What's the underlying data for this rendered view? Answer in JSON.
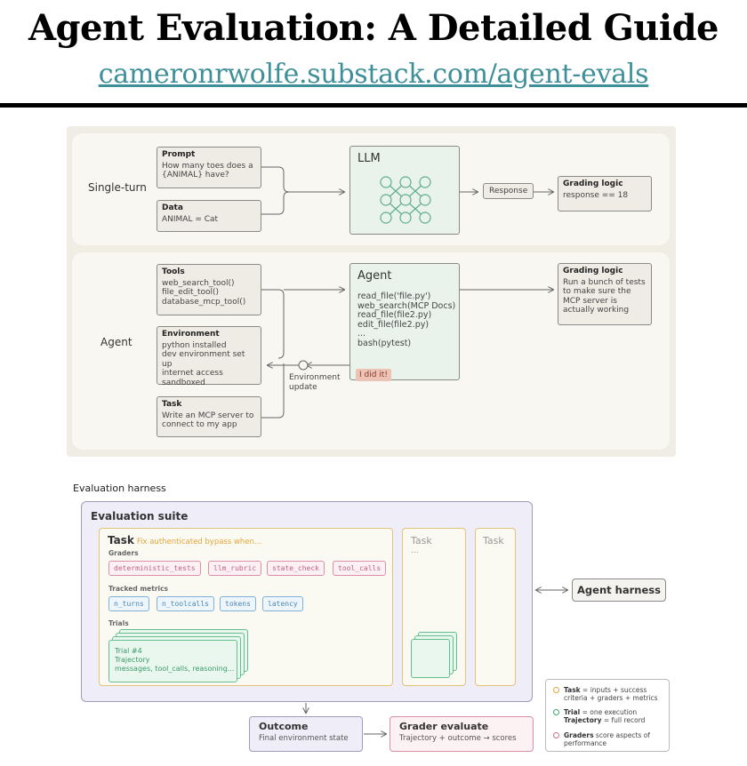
{
  "header": {
    "title": "Agent Evaluation: A Detailed Guide",
    "link": "cameronrwolfe.substack.com/agent-evals"
  },
  "single_turn": {
    "label": "Single-turn",
    "prompt": {
      "title": "Prompt",
      "body": "How many toes does a\n{ANIMAL} have?"
    },
    "data": {
      "title": "Data",
      "body": "ANIMAL = Cat"
    },
    "llm": {
      "title": "LLM"
    },
    "response": "Response",
    "grading": {
      "title": "Grading logic",
      "body": "response == 18"
    }
  },
  "agent_row": {
    "label": "Agent",
    "tools": {
      "title": "Tools",
      "body": "web_search_tool()\nfile_edit_tool()\ndatabase_mcp_tool()"
    },
    "environment": {
      "title": "Environment",
      "body": "python installed\ndev environment set up\ninternet access\nsandboxed"
    },
    "task": {
      "title": "Task",
      "body": "Write an MCP server to\nconnect to my app"
    },
    "agent": {
      "title": "Agent",
      "body": "read_file('file.py')\nweb_search(MCP Docs)\nread_file(file2.py)\nedit_file(file2.py)\n...\nbash(pytest)",
      "done": "I did it!"
    },
    "env_update": "Environment\nupdate",
    "grading": {
      "title": "Grading logic",
      "body": "Run a bunch of tests\nto make sure the\nMCP server is\nactually working"
    }
  },
  "harness": {
    "label": "Evaluation harness",
    "suite_title": "Evaluation suite",
    "task": {
      "title": "Task",
      "desc": "Fix authenticated bypass when...",
      "graders_label": "Graders",
      "graders": [
        "deterministic_tests",
        "llm_rubric",
        "state_check",
        "tool_calls"
      ],
      "metrics_label": "Tracked metrics",
      "metrics": [
        "n_turns",
        "n_toolcalls",
        "tokens",
        "latency"
      ],
      "trials_label": "Trials",
      "trial": {
        "name": "Trial #4",
        "traj": "Trajectory",
        "detail": "messages, tool_calls, reasoning..."
      }
    },
    "task2": {
      "title": "Task",
      "ellipsis": "..."
    },
    "task3": {
      "title": "Task"
    },
    "agent_harness": "Agent harness",
    "outcome": {
      "title": "Outcome",
      "sub": "Final environment state"
    },
    "grader": {
      "title": "Grader evaluate",
      "sub": "Trajectory + outcome → scores"
    },
    "legend": [
      {
        "key": "Task",
        "text": " = inputs + success criteria + graders + metrics",
        "color": "#e2a53a"
      },
      {
        "key": "Trial",
        "text": " = one execution",
        "key2": "Trajectory",
        "text2": " = full record",
        "color": "#3aa86a"
      },
      {
        "key": "Graders",
        "text": " score aspects of performance",
        "color": "#d0708a"
      }
    ]
  },
  "colors": {
    "link": "#3e8f9a",
    "task": "#e2a53a",
    "trial": "#3aa86a",
    "grader": "#d0708a",
    "metric": "#4a88b8"
  }
}
